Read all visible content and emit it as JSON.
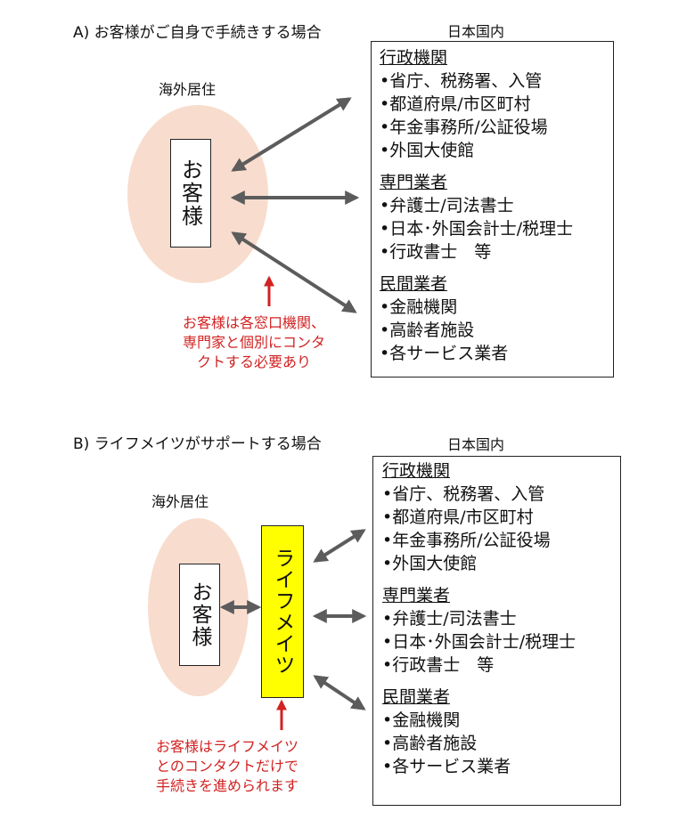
{
  "colors": {
    "ellipse_fill": "#f8dccd",
    "arrow": "#5c5c5c",
    "note_red": "#d22222",
    "lifemates_yellow": "#ffff00"
  },
  "section_a": {
    "title": "A) お客様がご自身で手続きする場合",
    "overseas_label": "海外居住",
    "domestic_label": "日本国内",
    "customer_label": "お客様",
    "note_lines": [
      "お客様は各窓口機関、",
      "専門家と個別にコンタ",
      "クトする必要あり"
    ],
    "groups": [
      {
        "title": "行政機関",
        "items": [
          "•省庁、税務署、入管",
          "•都道府県/市区町村",
          "•年金事務所/公証役場",
          "•外国大使館"
        ]
      },
      {
        "title": "専門業者",
        "items": [
          "•弁護士/司法書士",
          "•日本･外国会計士/税理士",
          "•行政書士　等"
        ]
      },
      {
        "title": "民間業者",
        "items": [
          "•金融機関",
          "•高齢者施設",
          "•各サービス業者"
        ]
      }
    ]
  },
  "section_b": {
    "title": "B) ライフメイツがサポートする場合",
    "overseas_label": "海外居住",
    "domestic_label": "日本国内",
    "customer_label": "お客様",
    "lifemates_label": "ライフメイツ",
    "note_lines": [
      "お客様はライフメイツ",
      "とのコンタクトだけで",
      "手続きを進められます"
    ],
    "groups": [
      {
        "title": "行政機関",
        "items": [
          "•省庁、税務署、入管",
          "•都道府県/市区町村",
          "•年金事務所/公証役場",
          "•外国大使館"
        ]
      },
      {
        "title": "専門業者",
        "items": [
          "•弁護士/司法書士",
          "•日本･外国会計士/税理士",
          "•行政書士　等"
        ]
      },
      {
        "title": "民間業者",
        "items": [
          "•金融機関",
          "•高齢者施設",
          "•各サービス業者"
        ]
      }
    ]
  }
}
